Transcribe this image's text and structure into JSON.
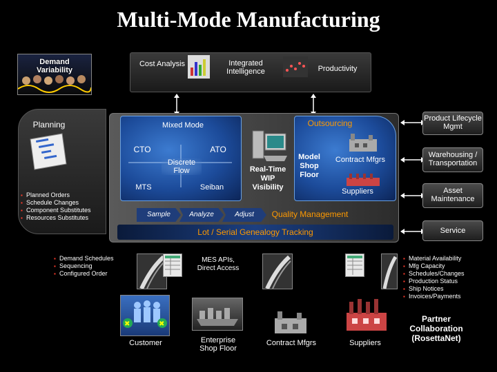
{
  "title": "Multi-Mode Manufacturing",
  "top": {
    "demand_variability": "Demand Variability",
    "cost_analysis": "Cost Analysis",
    "integrated_intelligence": "Integrated Intelligence",
    "productivity": "Productivity"
  },
  "planning": {
    "label": "Planning",
    "bullets": [
      "Planned Orders",
      "Schedule Changes",
      "Component Substitutes",
      "Resources Substitutes"
    ]
  },
  "center": {
    "mixed_mode": "Mixed Mode",
    "cto": "CTO",
    "ato": "ATO",
    "discrete_flow": "Discrete Flow",
    "mts": "MTS",
    "seiban": "Seiban",
    "real_time_wip": "Real-Time WIP Visibility",
    "outsourcing": "Outsourcing",
    "model_shop_floor": "Model Shop Floor",
    "contract_mfgrs": "Contract Mfgrs",
    "suppliers": "Suppliers",
    "chevrons": [
      "Sample",
      "Analyze",
      "Adjust"
    ],
    "quality_management": "Quality Management",
    "genealogy": "Lot / Serial Genealogy Tracking"
  },
  "right_boxes": [
    "Product Lifecycle Mgmt",
    "Warehousing / Transportation",
    "Asset Maintenance",
    "Service"
  ],
  "bottom": {
    "customer_bullets": [
      "Demand Schedules",
      "Sequencing",
      "Configured Order"
    ],
    "mes_apis": "MES APIs, Direct Access",
    "partner_bullets": [
      "Material Availability",
      "Mfg Capacity",
      "Schedules/Changes",
      "Production Status",
      "Ship Notices",
      "Invoices/Payments"
    ],
    "customer": "Customer",
    "enterprise_shop_floor": "Enterprise Shop Floor",
    "contract_mfgrs": "Contract Mfgrs",
    "suppliers": "Suppliers",
    "partner_collaboration": "Partner Collaboration (RosettaNet)"
  },
  "colors": {
    "accent_orange": "#ff9a00",
    "bullet_red": "#ff3b2b",
    "panel_blue": "#1c4b9a"
  }
}
